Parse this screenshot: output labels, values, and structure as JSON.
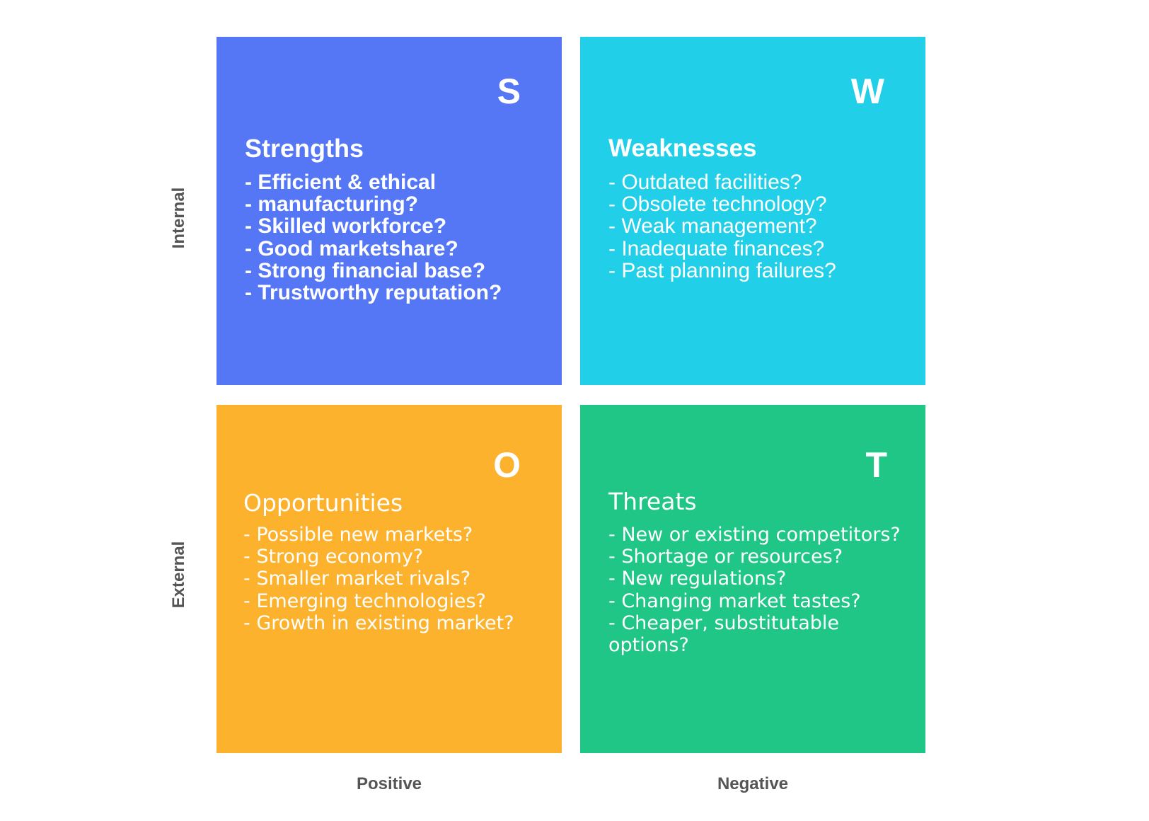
{
  "axes": {
    "internal": "Internal",
    "external": "External",
    "positive": "Positive",
    "negative": "Negative"
  },
  "colors": {
    "strengths": "#5577f5",
    "weaknesses": "#21cfe8",
    "opportunities": "#fdb22e",
    "threats": "#1fc686",
    "axis_text": "#555555"
  },
  "strengths": {
    "letter": "S",
    "title": "Strengths",
    "items": [
      "- Efficient & ethical",
      "- manufacturing?",
      "- Skilled workforce?",
      "- Good marketshare?",
      "- Strong financial base?",
      "- Trustworthy reputation?"
    ]
  },
  "weaknesses": {
    "letter": "W",
    "title": "Weaknesses",
    "items": [
      "- Outdated facilities?",
      "- Obsolete technology?",
      "- Weak management?",
      "- Inadequate finances?",
      "- Past planning failures?"
    ]
  },
  "opportunities": {
    "letter": "O",
    "title": "Opportunities",
    "items": [
      "- Possible new markets?",
      "- Strong economy?",
      "- Smaller market rivals?",
      "- Emerging technologies?",
      "- Growth in existing market?"
    ]
  },
  "threats": {
    "letter": "T",
    "title": "Threats",
    "items": [
      "- New or existing competitors?",
      "- Shortage or resources?",
      "- New regulations?",
      "- Changing market tastes?",
      "- Cheaper, substitutable options?"
    ]
  }
}
